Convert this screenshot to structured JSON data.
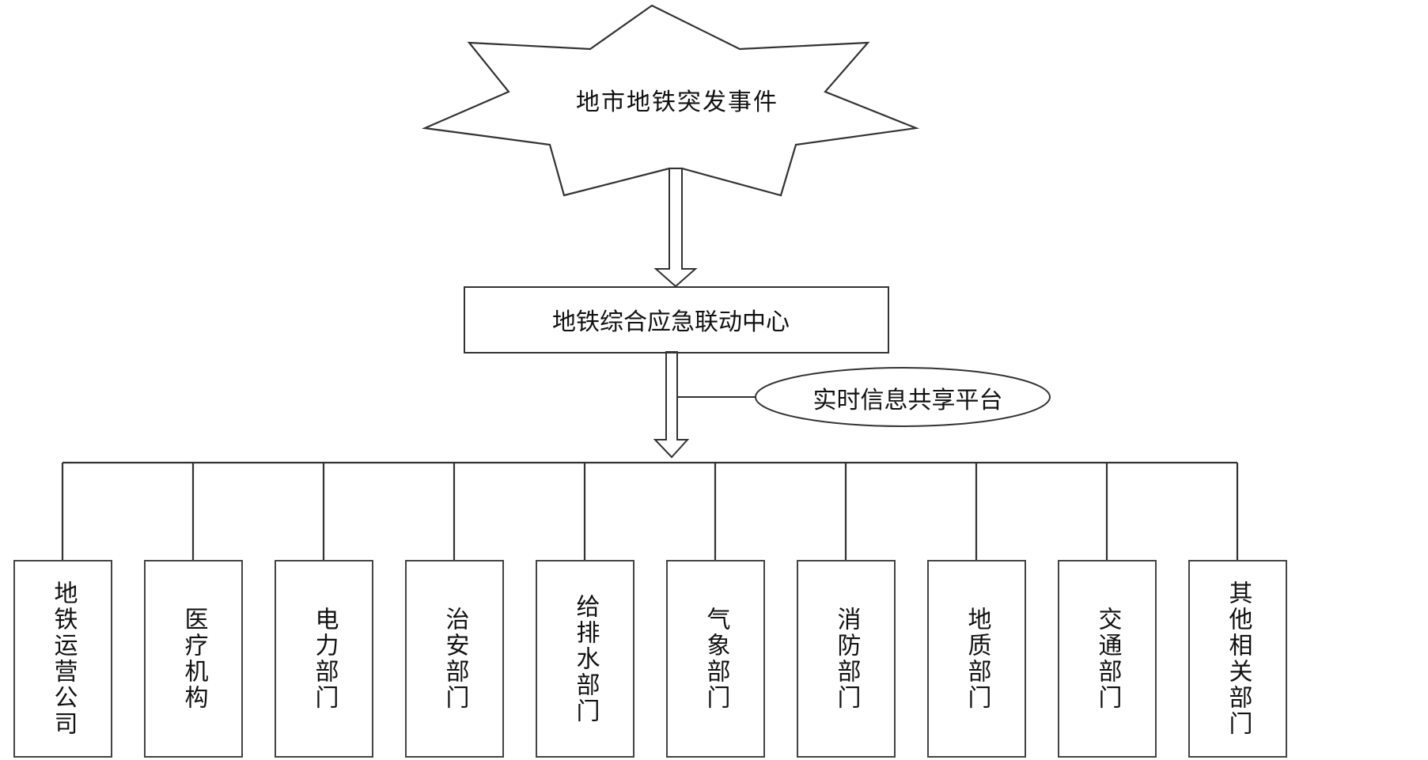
{
  "diagram": {
    "type": "flowchart",
    "event": {
      "label": "地市地铁突发事件",
      "shape": "star"
    },
    "center": {
      "label": "地铁综合应急联动中心",
      "shape": "rectangle"
    },
    "platform": {
      "label": "实时信息共享平台",
      "shape": "ellipse"
    },
    "departments": [
      {
        "label": "地铁运营公司"
      },
      {
        "label": "医疗机构"
      },
      {
        "label": "电力部门"
      },
      {
        "label": "治安部门"
      },
      {
        "label": "给排水部门"
      },
      {
        "label": "气象部门"
      },
      {
        "label": "消防部门"
      },
      {
        "label": "地质部门"
      },
      {
        "label": "交通部门"
      },
      {
        "label": "其他相关部门"
      }
    ],
    "edges": [
      {
        "from": "event",
        "to": "center",
        "style": "hollow-arrow"
      },
      {
        "from": "center",
        "to": "departments",
        "style": "hollow-arrow"
      },
      {
        "from": "platform",
        "to": "center-departments-arrow",
        "style": "line"
      }
    ],
    "colors": {
      "stroke": "#333333",
      "background": "#ffffff",
      "text": "#111111"
    }
  }
}
